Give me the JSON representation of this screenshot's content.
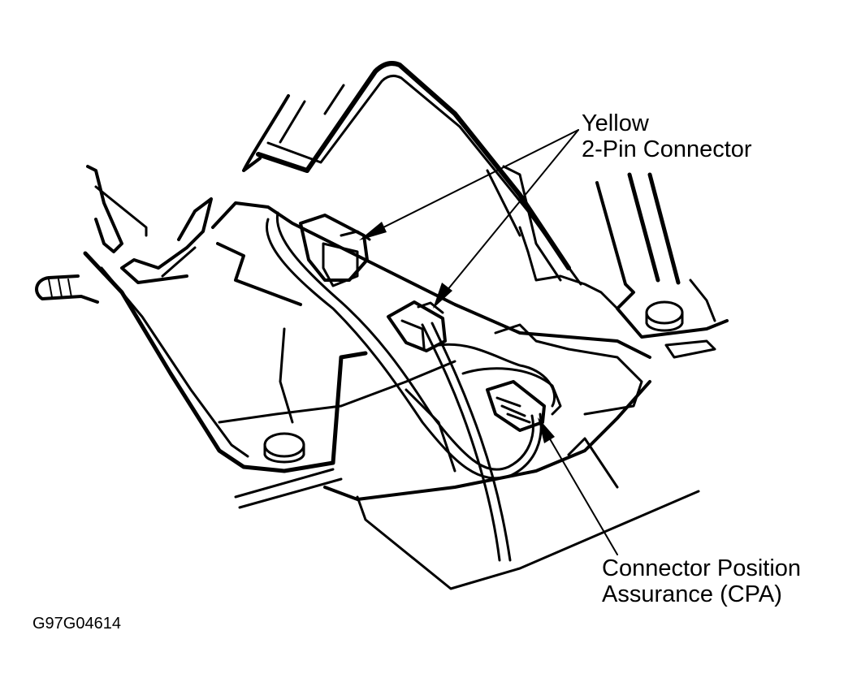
{
  "callouts": {
    "yellow_connector": {
      "line1": "Yellow",
      "line2": "2-Pin Connector"
    },
    "cpa": {
      "line1": "Connector Position",
      "line2": "Assurance (CPA)"
    }
  },
  "figure_id": "G97G04614",
  "colors": {
    "ink": "#000000",
    "paper": "#ffffff"
  }
}
